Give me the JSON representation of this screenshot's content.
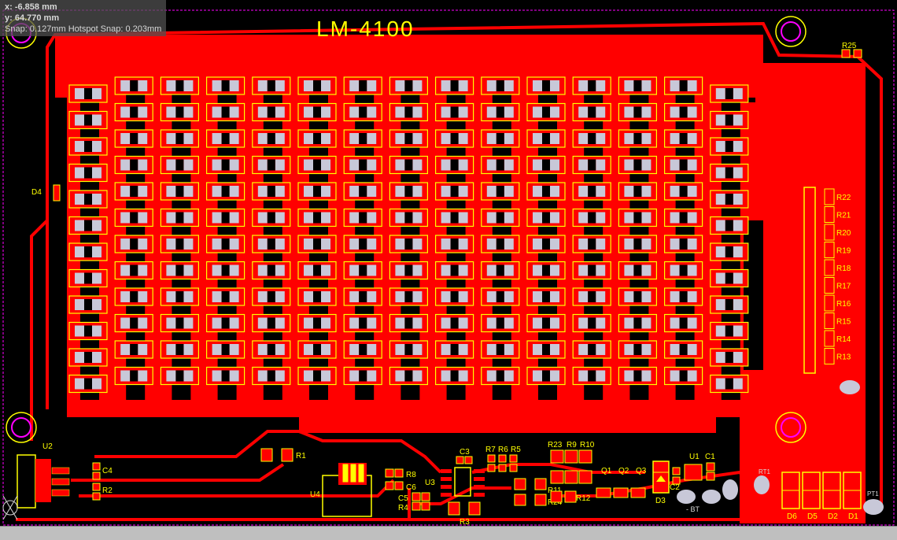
{
  "board": {
    "title": "LM-4100",
    "colors": {
      "background": "#000000",
      "copper": "#ff0000",
      "silkscreen": "#ffff00",
      "pad": "#c8c8d8",
      "keepout": "#ff00ff",
      "overlay": "#d8d8d8"
    }
  },
  "cursor_readout": {
    "x": "x: -6.858  mm",
    "y": "y: 64.770 mm",
    "snap": "Snap: 0.127mm Hotspot Snap: 0.203mm"
  },
  "labels": {
    "d4": "D4",
    "r25": "R25",
    "u2": "U2",
    "c4": "C4",
    "r2": "R2",
    "r1": "R1",
    "u4": "U4",
    "r8": "R8",
    "c6": "C6",
    "c5": "C5",
    "r4": "R4",
    "u3": "U3",
    "r3": "R3",
    "c3": "C3",
    "r7": "R7",
    "r6": "R6",
    "r5": "R5",
    "r23": "R23",
    "r9": "R9",
    "r10": "R10",
    "r11": "R11",
    "r24": "R24",
    "r12": "R12",
    "q1": "Q1",
    "q2": "Q2",
    "q3": "Q3",
    "d3": "D3",
    "c2": "C2",
    "u1": "U1",
    "c1": "C1",
    "d6": "D6",
    "d5": "D5",
    "d2": "D2",
    "d1": "D1",
    "r22": "R22",
    "r21": "R21",
    "r20": "R20",
    "r19": "R19",
    "r18": "R18",
    "r17": "R17",
    "r16": "R16",
    "r15": "R15",
    "r14": "R14",
    "r13": "R13",
    "rt1": "RT1",
    "pt1": "PT1",
    "bt": "- BT"
  },
  "led_matrix": {
    "columns": 15,
    "rows": 12
  }
}
